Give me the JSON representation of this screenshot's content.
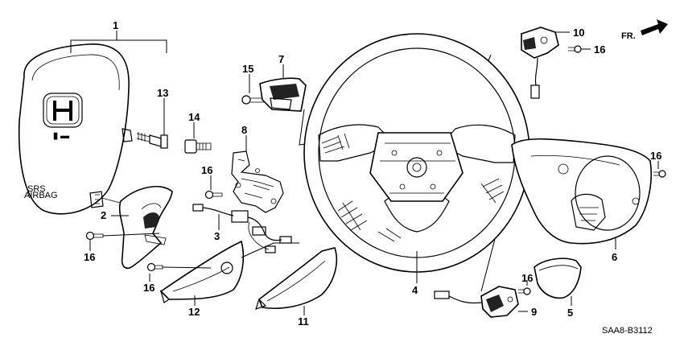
{
  "direction_label": "FR.",
  "diagram_code": "SAA8-B3112",
  "callouts": {
    "c1": "1",
    "c2": "2",
    "c3": "3",
    "c4": "4",
    "c5": "5",
    "c6": "6",
    "c7": "7",
    "c8": "8",
    "c9": "9",
    "c10": "10",
    "c11": "11",
    "c12": "12",
    "c13": "13",
    "c14": "14",
    "c15": "15",
    "c16a": "16",
    "c16b": "16",
    "c16c": "16",
    "c16d": "16",
    "c16e": "16",
    "c16f": "16"
  },
  "airbag_marks": {
    "srs": "SRS",
    "airbag": "AIRBAG"
  }
}
